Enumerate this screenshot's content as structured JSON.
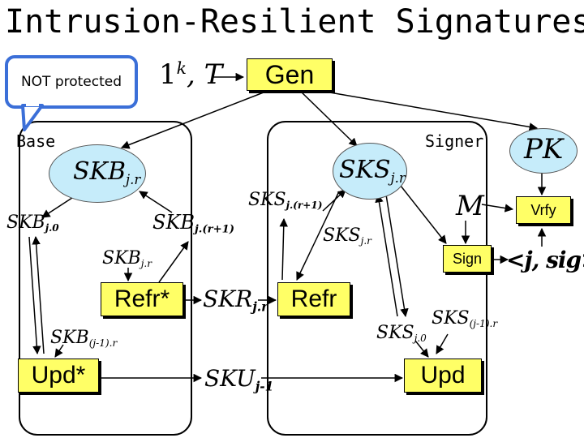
{
  "title": "Intrusion-Resilient Signatures",
  "callout": "NOT protected",
  "input": {
    "main": "1",
    "sup": "k",
    "rest": ", T"
  },
  "labels": {
    "base": "Base",
    "signer": "Signer",
    "gen": "Gen",
    "refr_star": "Refr*",
    "refr": "Refr",
    "upd_star": "Upd*",
    "upd": "Upd",
    "sign": "Sign",
    "vrfy": "Vrfy",
    "pk": "PK",
    "m": "M",
    "output": "<j, sig>"
  },
  "keys": {
    "skb_jr_circle": {
      "main": "SKB",
      "sub": "j.r"
    },
    "sks_jr_circle": {
      "main": "SKS",
      "sub": "j.r"
    },
    "skb_j0": {
      "main": "SKB",
      "sub": "j.0"
    },
    "skb_jr1": {
      "main": "SKB",
      "sub": "j.(r+1)"
    },
    "skb_jr_small": {
      "main": "SKB",
      "sub": "j.r"
    },
    "skb_prev": {
      "main": "SKB",
      "sub": "(j-1).r"
    },
    "sks_jr1": {
      "main": "SKS",
      "sub": "j.(r+1)"
    },
    "sks_jr_small": {
      "main": "SKS",
      "sub": "j.r"
    },
    "sks_j0": {
      "main": "SKS",
      "sub": "j.0"
    },
    "sks_prev": {
      "main": "SKS",
      "sub": "(j-1).r"
    },
    "skr": {
      "main": "SKR",
      "sub": "j.r"
    },
    "sku": {
      "main": "SKU",
      "sub": "j-1"
    }
  }
}
